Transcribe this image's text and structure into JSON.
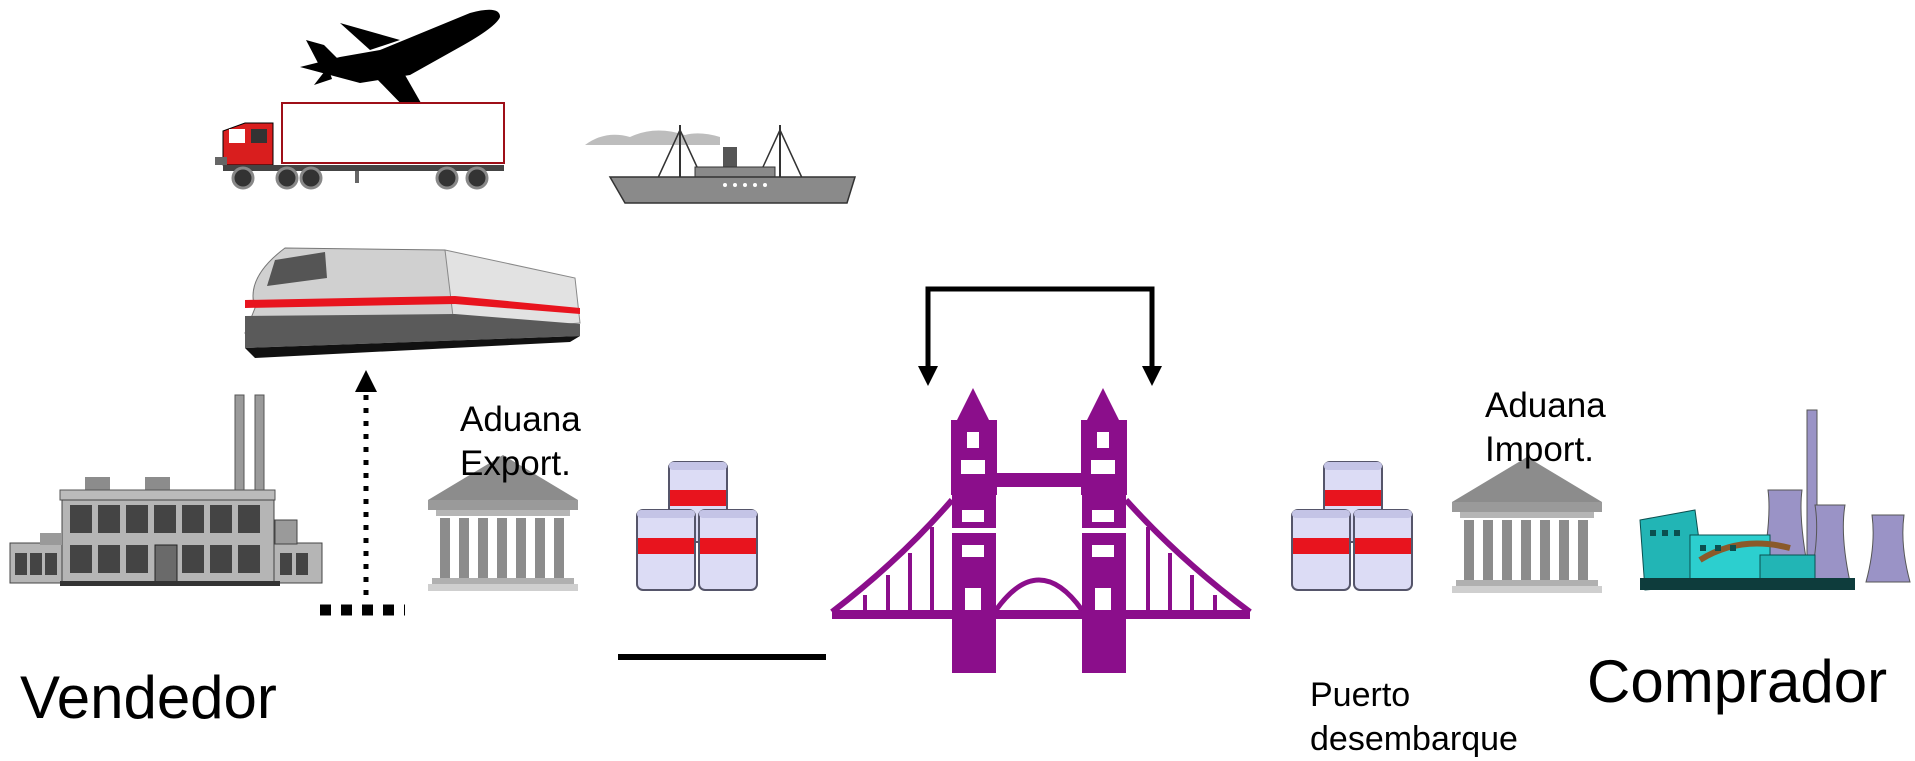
{
  "labels": {
    "seller": "Vendedor",
    "buyer": "Comprador",
    "customs_export": [
      "Aduana",
      "Export."
    ],
    "customs_import": [
      "Aduana",
      "Import."
    ],
    "port_unloading": [
      "Puerto",
      "desembarque"
    ]
  },
  "icons": {
    "airplane": "airplane-icon",
    "truck": "truck-icon",
    "ship": "ship-icon",
    "train": "train-icon",
    "factory": "factory-icon",
    "customs_building": "bank-building-icon",
    "cargo": "cargo-containers-icon",
    "bridge": "tower-bridge-icon",
    "power_plant": "power-plant-icon"
  },
  "colors": {
    "bridge": "#8B0E8B",
    "truck_cab": "#D91E1E",
    "cargo_band": "#E8141E",
    "cargo_body": "#DCDCF5",
    "plant": "#22B5B5",
    "cooling_tower": "#9A93C6",
    "building_gray": "#8C8C8C"
  }
}
